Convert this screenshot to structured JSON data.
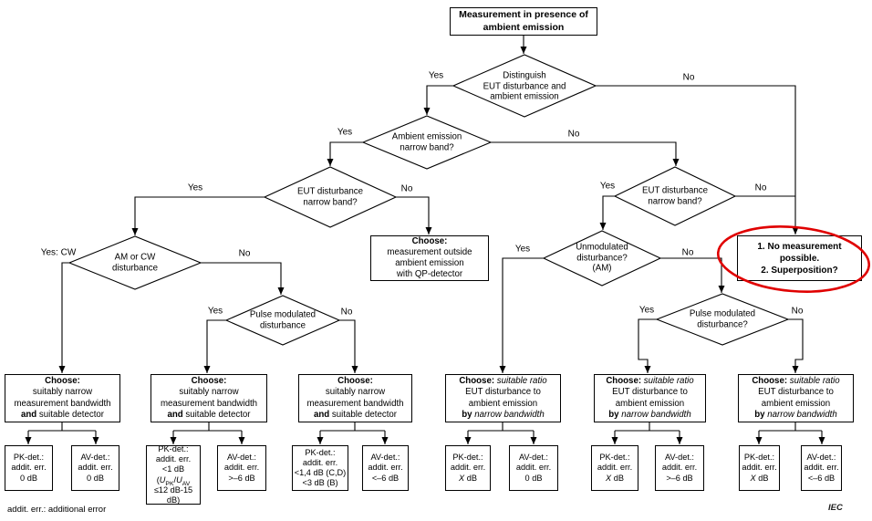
{
  "start": {
    "l1": "Measurement in presence of",
    "l2": "ambient emission"
  },
  "labels": {
    "yes": "Yes",
    "no": "No",
    "yes_cw": "Yes: CW"
  },
  "diamonds": {
    "distinguish": {
      "l1": "Distinguish",
      "l2": "EUT disturbance and",
      "l3": "ambient emission"
    },
    "ambient_nb": {
      "l1": "Ambient emission",
      "l2": "narrow band?"
    },
    "eut_nb": {
      "l1": "EUT disturbance",
      "l2": "narrow band?"
    },
    "am_cw": {
      "l1": "AM or CW",
      "l2": "disturbance"
    },
    "pulse_mod": {
      "l1": "Pulse modulated",
      "l2": "disturbance"
    },
    "unmod": {
      "l1": "Unmodulated",
      "l2": "disturbance?",
      "l3": "(AM)"
    },
    "pulse_mod_q": {
      "l1": "Pulse modulated",
      "l2": "disturbance?"
    }
  },
  "boxes": {
    "qp": {
      "title": "Choose:",
      "l1": "measurement outside",
      "l2": "ambient emission",
      "l3": "with QP-detector"
    },
    "no_measurement": {
      "l1": "1. No measurement",
      "l2": "possible.",
      "l3": "2. Superposition?"
    },
    "choose_bw": {
      "title": "Choose:",
      "l1": "suitably narrow",
      "l2": "measurement bandwidth",
      "l3_bold": "and",
      "l3_rest": " suitable detector"
    },
    "choose_ratio": {
      "title": "Choose:",
      "title_it": " suitable ratio",
      "l1": "EUT disturbance to",
      "l2": "ambient emission",
      "l3_bold": "by",
      "l3_it": " narrow bandwidth"
    }
  },
  "detectors": {
    "pk_label": "PK-det.:",
    "av_label": "AV-det.:",
    "err": "addit. err.",
    "val_0": "0 dB",
    "g2pk_l3": "<1 dB",
    "g2pk_open": "(",
    "g2pk_u": "U",
    "g2pk_sub1": "PK",
    "g2pk_slash": "/",
    "g2pk_sub2": "AV",
    "g2pk_l5": "≤12 dB-15 dB)",
    "val_gt_m6": ">–6 dB",
    "g3pk_l3": "<1,4 dB (C,D)",
    "g3pk_l4": "<3 dB (B)",
    "val_lt_m6": "<–6 dB",
    "x_it": "X",
    "x_rest": " dB"
  },
  "footnote": "addit. err.: additional error",
  "iec": "IEC",
  "colors": {
    "line": "#000000",
    "highlight_red": "#e00000"
  }
}
